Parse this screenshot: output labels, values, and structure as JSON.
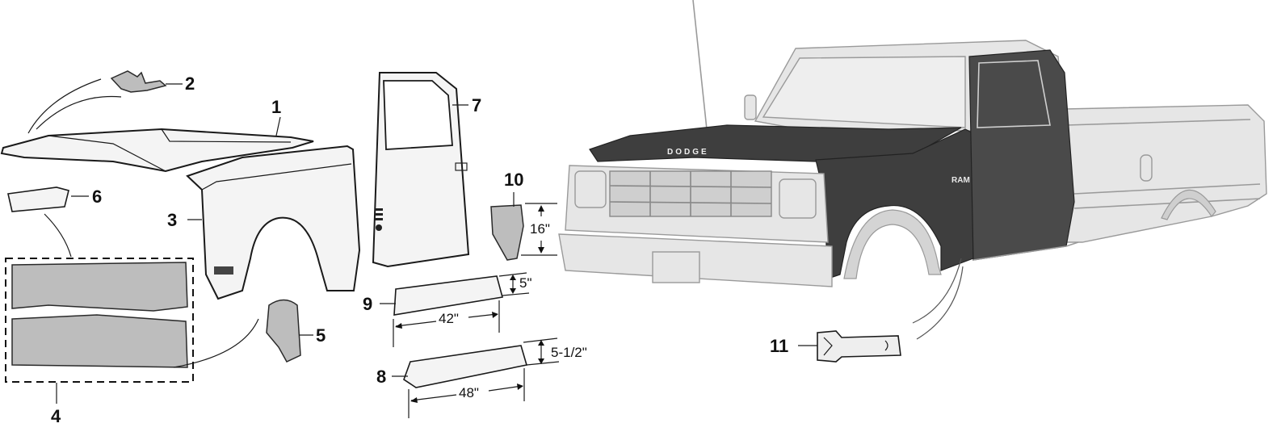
{
  "callouts": {
    "c1": "1",
    "c2": "2",
    "c3": "3",
    "c4": "4",
    "c5": "5",
    "c6": "6",
    "c7": "7",
    "c8": "8",
    "c9": "9",
    "c10": "10",
    "c11": "11"
  },
  "dimensions": {
    "d16": "16\"",
    "d5": "5\"",
    "d42": "42\"",
    "d5_5": "5-1/2\"",
    "d48": "48\""
  },
  "truck": {
    "hood_badge": "DODGE",
    "fender_badge": "RAM"
  }
}
